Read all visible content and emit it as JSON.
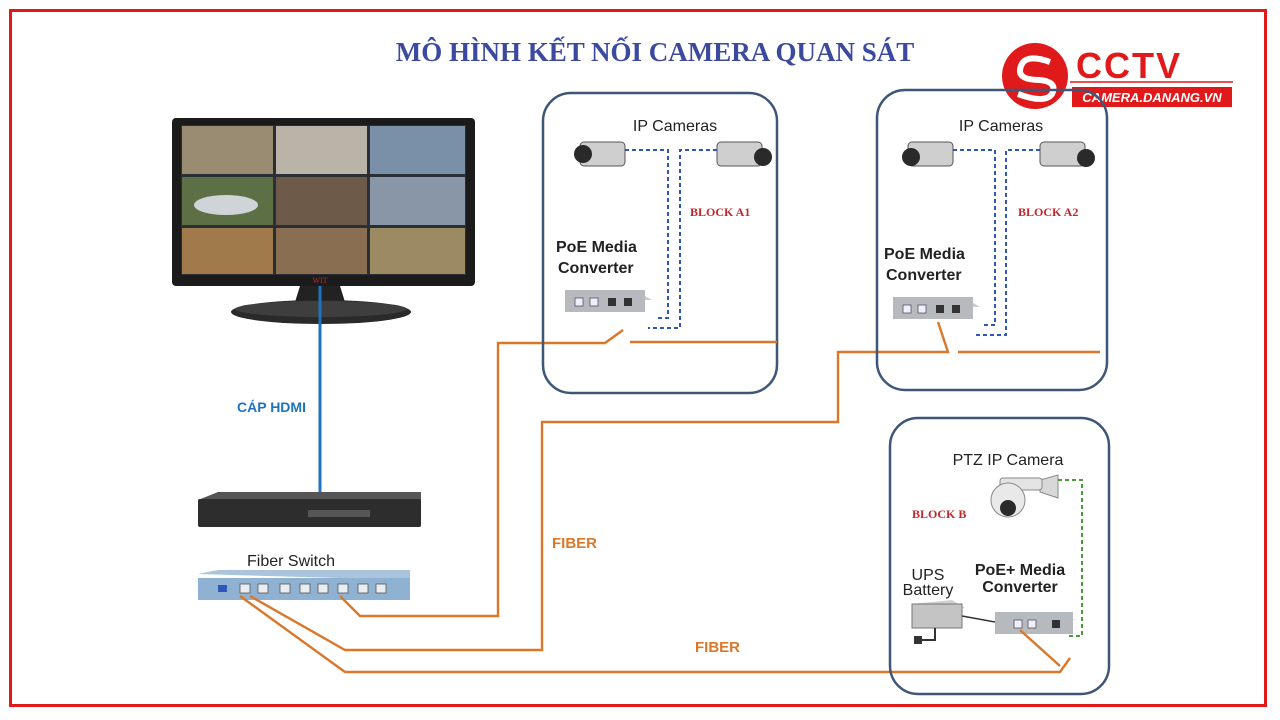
{
  "title": "MÔ HÌNH KẾT NỐI CAMERA QUAN SÁT",
  "logo": {
    "brand": "CCTV",
    "site": "CAMERA.DANANG.VN",
    "color": "#e0191b"
  },
  "monitor": {
    "brand": "WIT"
  },
  "labels": {
    "hdmi": "CÁP HDMI",
    "fiber_switch": "Fiber Switch",
    "fiber_1": "FIBER",
    "fiber_2": "FIBER"
  },
  "blocks": {
    "a1": {
      "cameras": "IP Cameras",
      "block": "BLOCK A1",
      "converter_line1": "PoE Media",
      "converter_line2": "Converter"
    },
    "a2": {
      "cameras": "IP Cameras",
      "block": "BLOCK A2",
      "converter_line1": "PoE Media",
      "converter_line2": "Converter"
    },
    "b": {
      "camera": "PTZ IP Camera",
      "block": "BLOCK B",
      "ups_line1": "UPS",
      "ups_line2": "Battery",
      "converter_line1": "PoE+ Media",
      "converter_line2": "Converter"
    }
  },
  "colors": {
    "fiber": "#d9782b",
    "hdmi": "#1e73be",
    "utp": "#2f57b8",
    "frame": "#e0191b",
    "title": "#3b4a9e"
  },
  "icons": [
    "monitor-icon",
    "nvr-icon",
    "fiber-switch-icon",
    "ip-camera-icon",
    "ptz-camera-icon",
    "media-converter-icon",
    "ups-battery-icon"
  ]
}
